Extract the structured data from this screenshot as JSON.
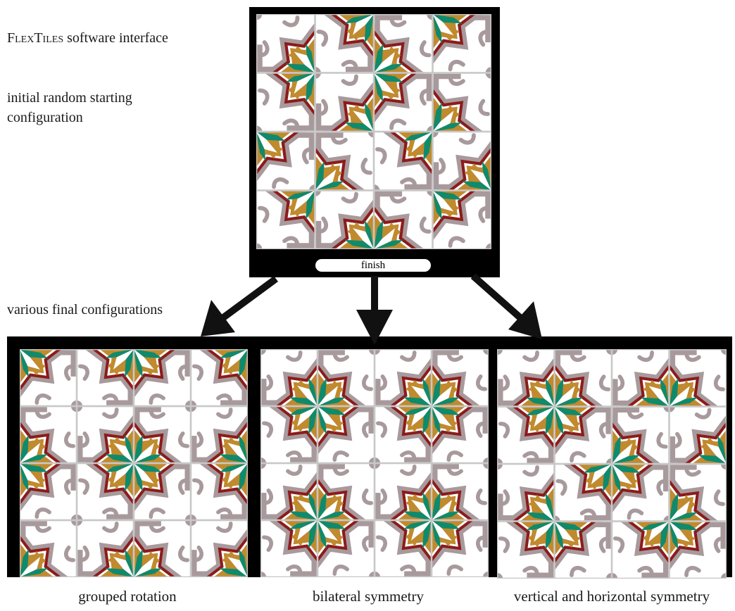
{
  "app_name": "FlexTiles",
  "app_title_suffix": " software interface",
  "initial_label": "initial random starting configuration",
  "final_label": "various final configurations",
  "finish_button": "finish",
  "captions": [
    "grouped rotation",
    "bilateral symmetry",
    "vertical and horizontal symmetry"
  ],
  "colors": {
    "brown": "#c08a2e",
    "green": "#0f8a6c",
    "crimson": "#8c1b1b",
    "mauve": "#a89a9c",
    "white": "#ffffff",
    "frame": "#000000",
    "grout": "#c8c8c8"
  },
  "grids": {
    "initial_random": [
      [
        2,
        1,
        3,
        0
      ],
      [
        1,
        2,
        0,
        3
      ],
      [
        0,
        3,
        1,
        2
      ],
      [
        1,
        2,
        3,
        0
      ]
    ],
    "grouped_rotation": [
      [
        0,
        1,
        0,
        1
      ],
      [
        3,
        2,
        3,
        2
      ],
      [
        0,
        1,
        0,
        1
      ],
      [
        3,
        2,
        3,
        2
      ]
    ],
    "bilateral_symmetry": [
      [
        2,
        3,
        2,
        3
      ],
      [
        1,
        0,
        1,
        0
      ],
      [
        2,
        3,
        2,
        3
      ],
      [
        1,
        0,
        1,
        0
      ]
    ],
    "vertical_horizontal_symmetry": [
      [
        2,
        3,
        2,
        3
      ],
      [
        1,
        0,
        3,
        2
      ],
      [
        2,
        1,
        0,
        3
      ],
      [
        1,
        0,
        1,
        0
      ]
    ]
  }
}
